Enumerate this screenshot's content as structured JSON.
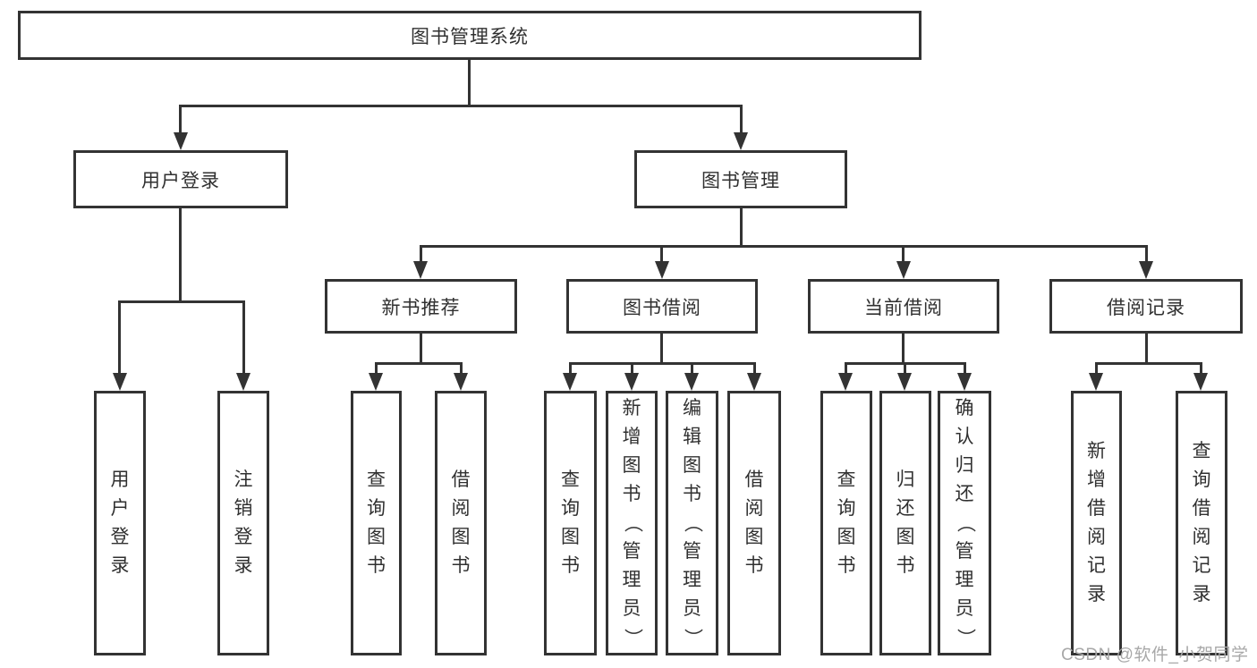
{
  "diagram": {
    "root": {
      "label": "图书管理系统"
    },
    "level2": {
      "user_login": {
        "label": "用户登录"
      },
      "book_mgmt": {
        "label": "图书管理"
      }
    },
    "level3": {
      "new_book": {
        "label": "新书推荐"
      },
      "book_borrow": {
        "label": "图书借阅"
      },
      "current_borrow": {
        "label": "当前借阅"
      },
      "borrow_record": {
        "label": "借阅记录"
      }
    },
    "leaves": {
      "user_login_leaf": {
        "label": "用户登录"
      },
      "logout_leaf": {
        "label": "注销登录"
      },
      "nb_query": {
        "label": "查询图书"
      },
      "nb_borrow": {
        "label": "借阅图书"
      },
      "bb_query": {
        "label": "查询图书"
      },
      "bb_add": {
        "label": "新增图书（管理员）"
      },
      "bb_edit": {
        "label": "编辑图书（管理员）"
      },
      "bb_borrow": {
        "label": "借阅图书"
      },
      "cb_query": {
        "label": "查询图书"
      },
      "cb_return": {
        "label": "归还图书"
      },
      "cb_confirm": {
        "label": "确认归还（管理员）"
      },
      "br_add": {
        "label": "新增借阅记录"
      },
      "br_query": {
        "label": "查询借阅记录"
      }
    },
    "watermark": "CSDN @软件_小贺同学",
    "colors": {
      "line": "#333333",
      "text": "#303030",
      "box_bg": "#ffffff",
      "watermark": "#a8a8a8"
    }
  }
}
